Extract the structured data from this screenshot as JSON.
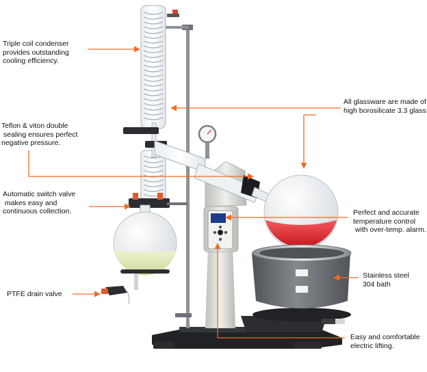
{
  "labels": {
    "condenser": "Triple coil condenser\nprovides outstanding\ncooling efficiency.",
    "glassware": "All glassware are made of\nhigh borosilicate 3.3 glass.",
    "seal": "Teflon & viton double\n sealing ensures perfect\nnegative pressure.",
    "valve": "Automatic switch valve\n makes easy and\ncontinuous collection.",
    "temperature": "Perfect and accurate\ntemperature control\n with over-temp. alarm.",
    "bath": "Stainless steel\n304 bath",
    "drain": "PTFE drain valve",
    "lifting": "Easy and comfortable\nelectric lifting."
  },
  "colors": {
    "arrow": "#f26b21",
    "frame": "#d9dbd6",
    "bath_body": "#6d7074",
    "liquid_red": "#e8252b",
    "liquid_green": "#dfe8b8"
  }
}
